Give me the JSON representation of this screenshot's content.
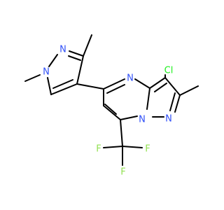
{
  "colors": {
    "background": "#ffffff",
    "bond": "#000000",
    "nitrogen": "#3050F8",
    "chlorine": "#1FF01F",
    "fluorine": "#90E050"
  },
  "atoms": {
    "n_pyrazole_n1": "N",
    "n_pyrazole_n2": "N",
    "n_pyrimidine": "N",
    "n_bridge": "N",
    "n_bridge_2": "N",
    "cl": "Cl",
    "f_left": "F",
    "f_right": "F",
    "f_bottom": "F"
  }
}
